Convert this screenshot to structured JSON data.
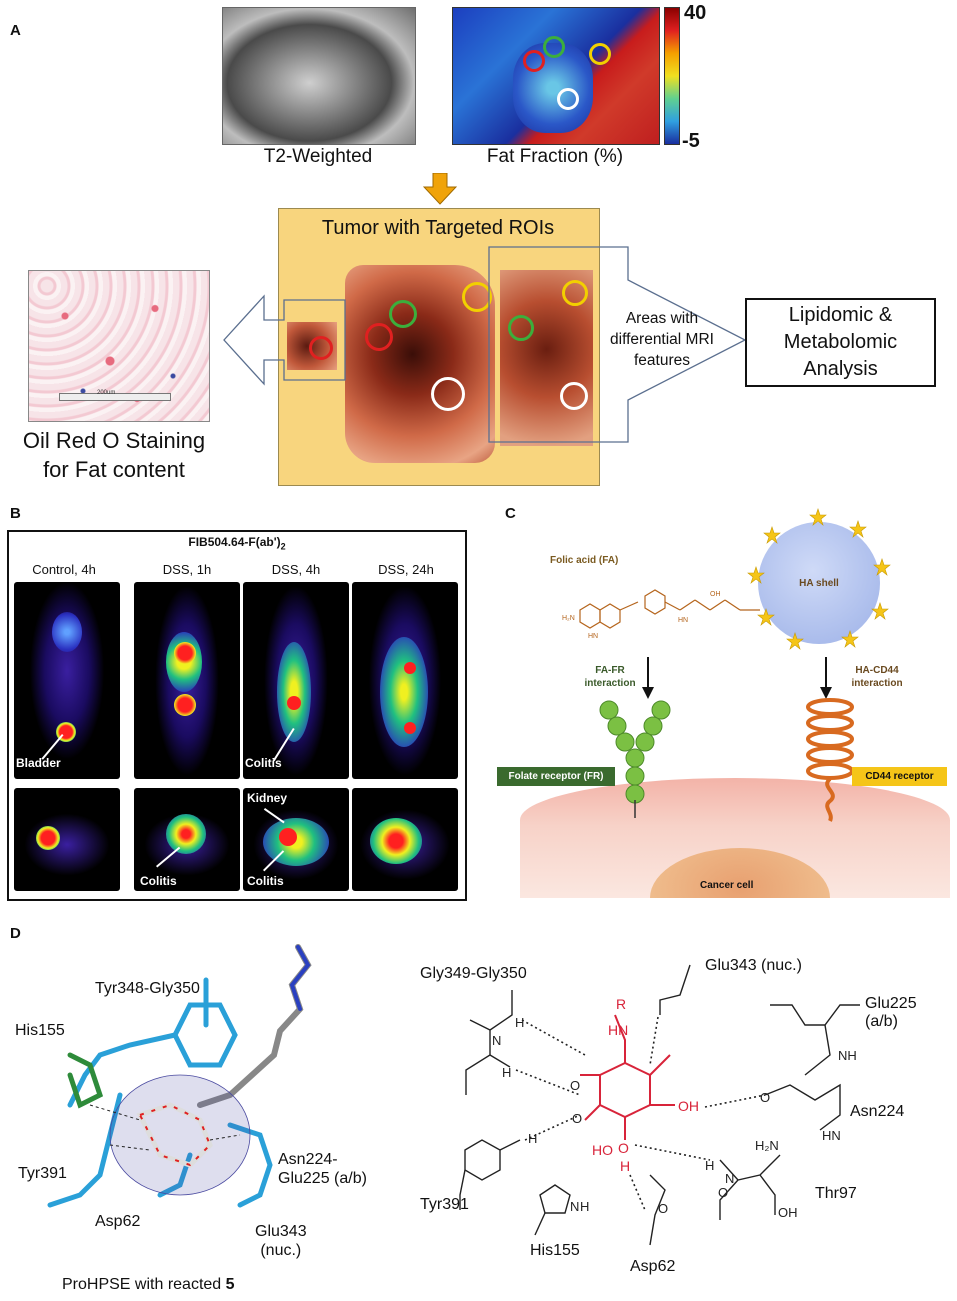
{
  "panelA": {
    "label": "A",
    "t2_caption": "T2-Weighted",
    "fat_caption": "Fat Fraction (%)",
    "colorbar_max": "40",
    "colorbar_min": "-5",
    "tumor_title": "Tumor with Targeted ROIs",
    "differential_text": "Areas with differential MRI features",
    "analysis_text": "Lipidomic & Metabolomic Analysis",
    "staining_caption_1": "Oil Red O Staining",
    "staining_caption_2": "for Fat content",
    "scale_label": "200um",
    "roi_colors": {
      "red": "#e02020",
      "green": "#3cae3c",
      "yellow": "#f2d000",
      "white": "#ffffff"
    },
    "arrow_color": "#f0a30a"
  },
  "panelB": {
    "label": "B",
    "title": "FIB504.64-F(ab')",
    "title_sub": "2",
    "columns": [
      "Control, 4h",
      "DSS, 1h",
      "DSS, 4h",
      "DSS, 24h"
    ],
    "labels": {
      "bladder": "Bladder",
      "colitis": "Colitis",
      "kidney": "Kidney"
    }
  },
  "panelC": {
    "label": "C",
    "folic_acid": "Folic acid (FA)",
    "ha_shell": "HA shell",
    "fa_fr_1": "FA-FR",
    "fa_fr_2": "interaction",
    "ha_cd44_1": "HA-CD44",
    "ha_cd44_2": "interaction",
    "folate_receptor": "Folate receptor (FR)",
    "cd44_receptor": "CD44 receptor",
    "cancer_cell": "Cancer cell",
    "colors": {
      "folate_box": "#3a6a2e",
      "cd44_box": "#f5c518",
      "shell": "#b9c9ef",
      "chem": "#b5651d"
    }
  },
  "panelD": {
    "label": "D",
    "left": {
      "tyr348": "Tyr348-Gly350",
      "his155": "His155",
      "tyr391": "Tyr391",
      "asp62": "Asp62",
      "asn224_1": "Asn224-",
      "asn224_2": "Glu225 (a/b)",
      "glu343_1": "Glu343",
      "glu343_2": "(nuc.)",
      "caption": "ProHPSE with reacted ",
      "caption_bold": "5"
    },
    "right": {
      "gly349": "Gly349-Gly350",
      "glu343": "Glu343 (nuc.)",
      "glu225_1": "Glu225",
      "glu225_2": "(a/b)",
      "asn224": "Asn224",
      "tyr391": "Tyr391",
      "his155": "His155",
      "asp62": "Asp62",
      "thr97": "Thr97"
    }
  }
}
